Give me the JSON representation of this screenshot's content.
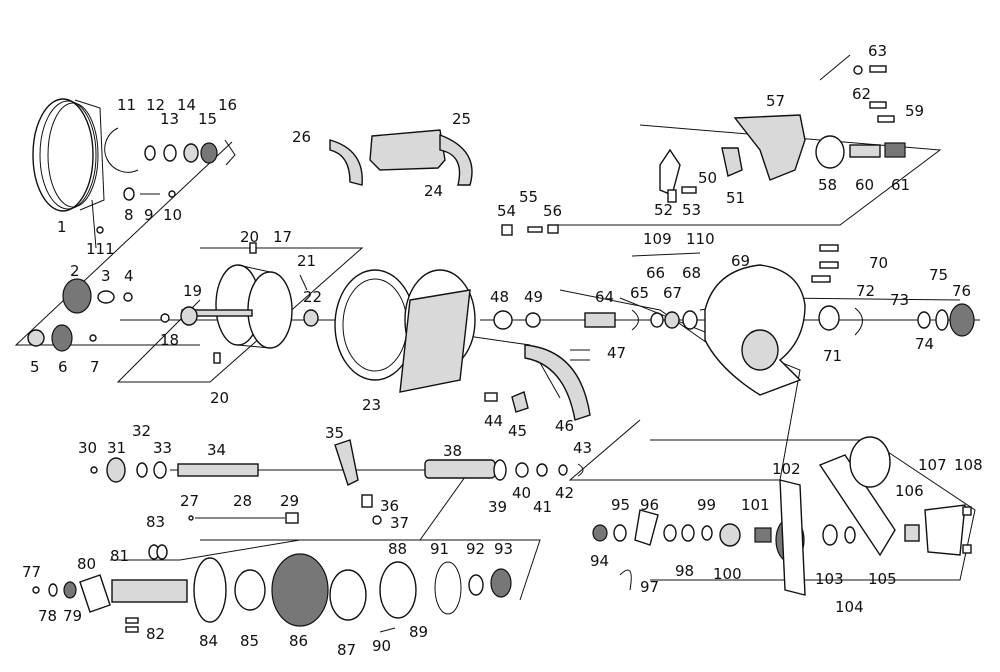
{
  "labels": [
    "1",
    "2",
    "3",
    "4",
    "5",
    "6",
    "7",
    "8",
    "9",
    "10",
    "11",
    "12",
    "13",
    "14",
    "15",
    "16",
    "17",
    "18",
    "19",
    "20",
    "20",
    "21",
    "22",
    "23",
    "24",
    "25",
    "26",
    "27",
    "28",
    "29",
    "30",
    "31",
    "32",
    "33",
    "34",
    "35",
    "36",
    "37",
    "38",
    "39",
    "40",
    "41",
    "42",
    "43",
    "44",
    "45",
    "46",
    "47",
    "48",
    "49",
    "50",
    "51",
    "52",
    "53",
    "54",
    "55",
    "56",
    "57",
    "58",
    "59",
    "60",
    "61",
    "62",
    "63",
    "64",
    "65",
    "66",
    "67",
    "68",
    "69",
    "70",
    "71",
    "72",
    "73",
    "74",
    "75",
    "76",
    "77",
    "78",
    "79",
    "80",
    "81",
    "82",
    "83",
    "84",
    "85",
    "86",
    "87",
    "88",
    "89",
    "90",
    "91",
    "92",
    "93",
    "94",
    "95",
    "96",
    "97",
    "98",
    "99",
    "100",
    "101",
    "102",
    "103",
    "104",
    "105",
    "106",
    "107",
    "108",
    "109",
    "110",
    "111"
  ]
}
